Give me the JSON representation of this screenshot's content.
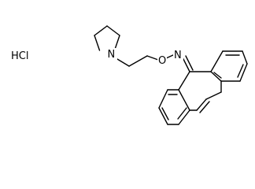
{
  "molecule": {
    "salt": "HCl",
    "atoms": {
      "pyrrolidine_n": "N",
      "ether_o": "O",
      "imine_n": "N"
    }
  }
}
